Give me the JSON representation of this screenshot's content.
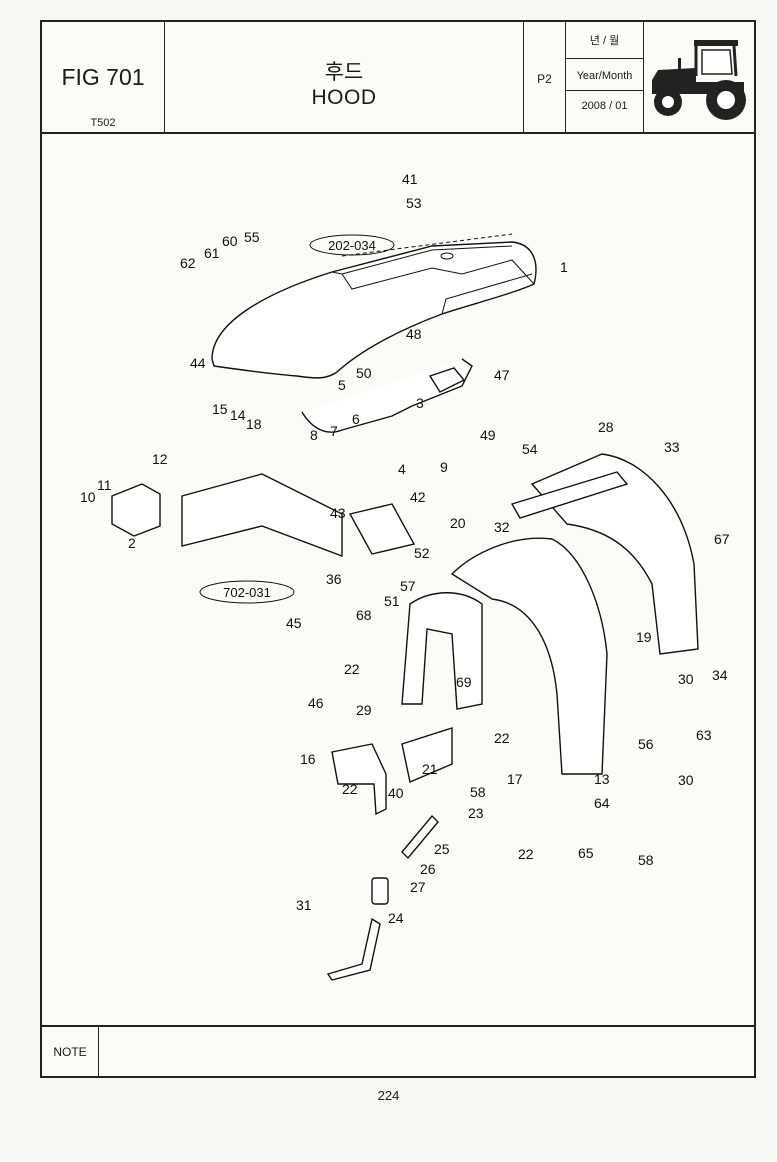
{
  "header": {
    "figure": "FIG 701",
    "model": "T502",
    "title_korean": "후드",
    "title_english": "HOOD",
    "page_code": "P2",
    "date_label_korean": "년 / 월",
    "date_label_english": "Year/Month",
    "date_value": "2008 / 01"
  },
  "references": [
    "202-034",
    "702-031"
  ],
  "callouts": [
    "1",
    "2",
    "3",
    "4",
    "5",
    "6",
    "7",
    "8",
    "9",
    "10",
    "11",
    "12",
    "13",
    "14",
    "15",
    "16",
    "17",
    "18",
    "19",
    "20",
    "21",
    "22",
    "23",
    "24",
    "25",
    "26",
    "27",
    "28",
    "29",
    "30",
    "31",
    "32",
    "33",
    "34",
    "36",
    "40",
    "41",
    "42",
    "43",
    "44",
    "45",
    "46",
    "47",
    "48",
    "49",
    "50",
    "51",
    "52",
    "53",
    "54",
    "55",
    "56",
    "57",
    "58",
    "60",
    "61",
    "62",
    "63",
    "64",
    "65",
    "67",
    "68",
    "69"
  ],
  "note_label": "NOTE",
  "page_number": "224"
}
